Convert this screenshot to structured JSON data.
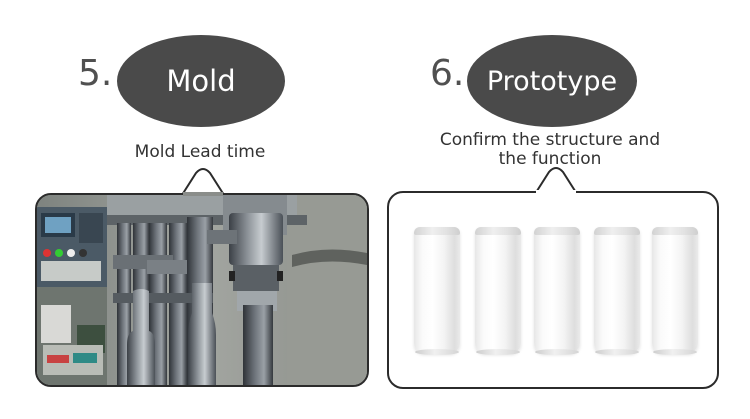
{
  "steps": [
    {
      "number": "5.",
      "title": "Mold",
      "caption": "Mold Lead time"
    },
    {
      "number": "6.",
      "title": "Prototype",
      "caption_line1": "Confirm the structure and",
      "caption_line2": "the function"
    }
  ],
  "colors": {
    "oval": "#4a4a4a",
    "frame_border": "#2b2b2b",
    "text": "#333333",
    "step_number": "#505050"
  },
  "prototype": {
    "tumbler_count": 5,
    "tumbler_icon": "white-tumbler-icon"
  },
  "mold_image": {
    "icon": "cnc-machine-photo"
  }
}
